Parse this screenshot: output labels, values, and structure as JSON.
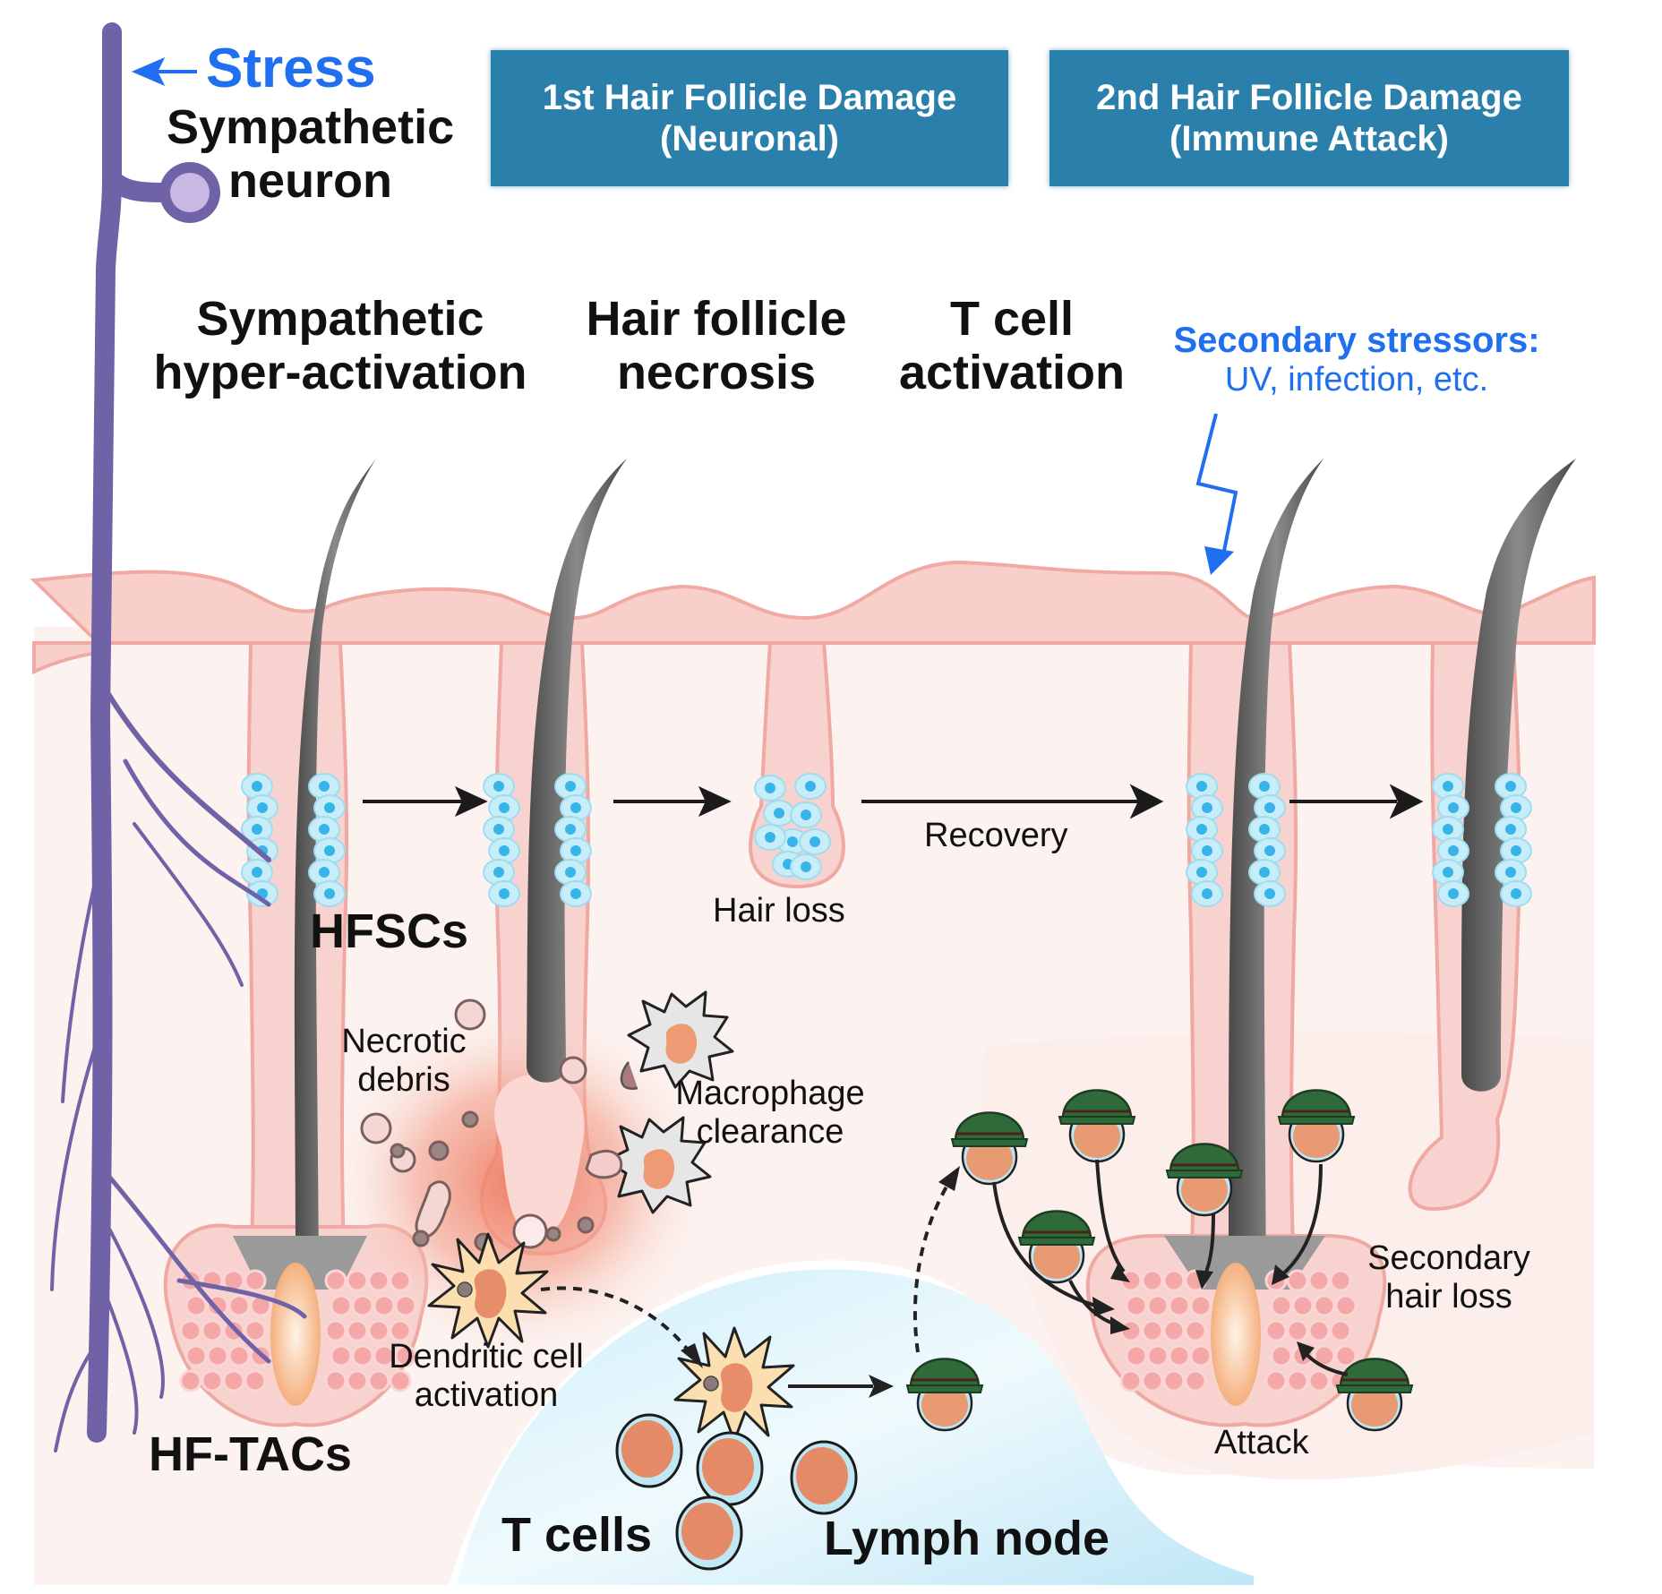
{
  "header": {
    "stress_label": "Stress",
    "neuron_label": [
      "Sympathetic",
      "neuron"
    ],
    "stage_boxes": [
      {
        "line1": "1st Hair Follicle Damage",
        "line2": "(Neuronal)"
      },
      {
        "line1": "2nd Hair Follicle Damage",
        "line2": "(Immune Attack)"
      }
    ]
  },
  "steps": [
    {
      "line1": "Sympathetic",
      "line2": "hyper-activation"
    },
    {
      "line1": "Hair follicle",
      "line2": "necrosis"
    },
    {
      "line1": "T cell",
      "line2": "activation"
    }
  ],
  "secondary_stressors": {
    "title": "Secondary stressors:",
    "subtitle": "UV, infection, etc."
  },
  "labels": {
    "hfscs": "HFSCs",
    "hf_tacs": "HF-TACs",
    "hair_loss": "Hair loss",
    "recovery": "Recovery",
    "necrotic_debris": [
      "Necrotic",
      "debris"
    ],
    "macrophage_clearance": [
      "Macrophage",
      "clearance"
    ],
    "dendritic_cell_activation": [
      "Dendritic cell",
      "activation"
    ],
    "t_cells": "T cells",
    "lymph_node": "Lymph node",
    "secondary_hair_loss": [
      "Secondary",
      "hair loss"
    ],
    "attack": "Attack"
  },
  "colors": {
    "stage_box": "#2a7fab",
    "stress_blue": "#1f6ff0",
    "neuron_purple": "#6f62a6",
    "skin_pink": "#f6c3bf",
    "hfsc_cyan": "#bfeaf6",
    "lymph_blue": "#d6f0fa",
    "helmet_green": "#2f6b3a"
  }
}
